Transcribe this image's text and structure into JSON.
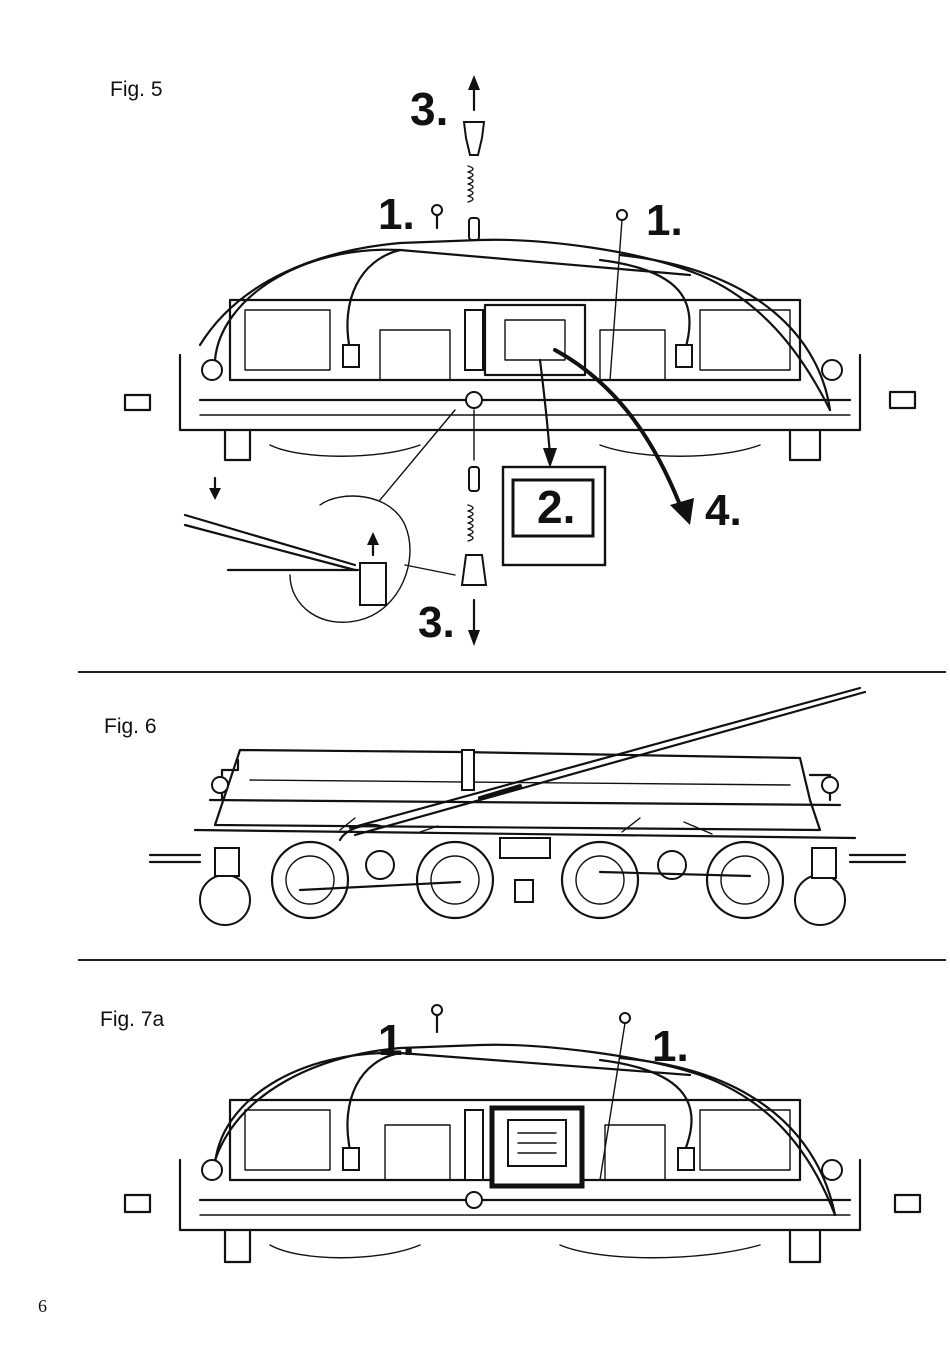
{
  "page": {
    "number": "6"
  },
  "figures": [
    {
      "label": "Fig. 5",
      "steps": {
        "top_left": "1.",
        "top_right": "1.",
        "top_center": "3.",
        "bottom_center": "3.",
        "box": "2.",
        "right": "4."
      }
    },
    {
      "label": "Fig. 6"
    },
    {
      "label": "Fig. 7a",
      "steps": {
        "left": "1.",
        "right": "1."
      }
    }
  ]
}
